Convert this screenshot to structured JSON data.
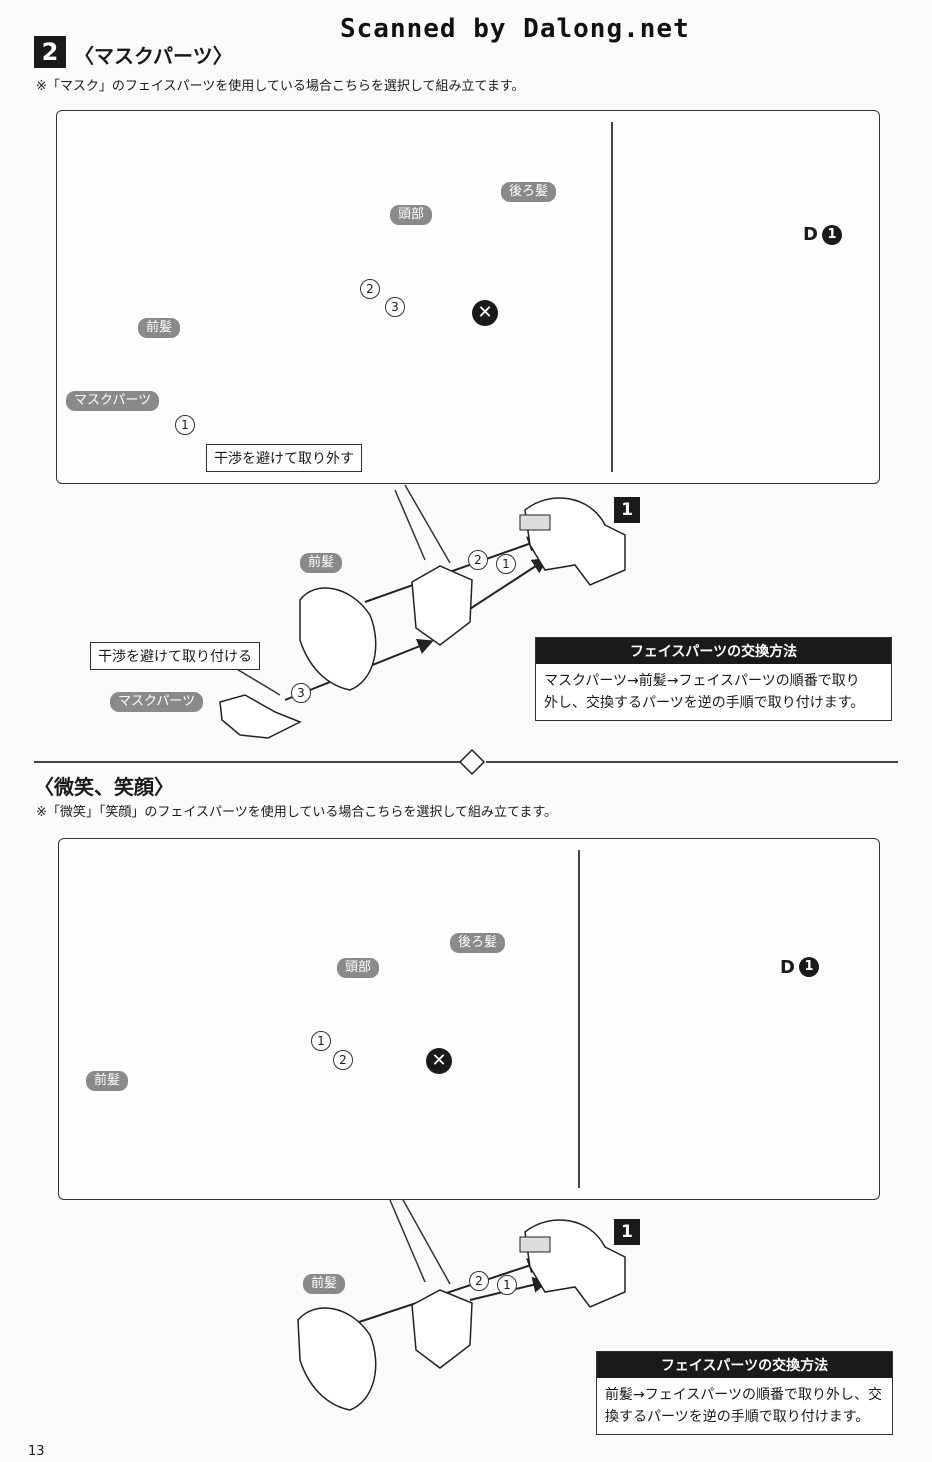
{
  "watermark": "Scanned by Dalong.net",
  "page_number": "13",
  "section1": {
    "step": "2",
    "title": "〈マスクパーツ〉",
    "note": "※「マスク」のフェイスパーツを使用している場合こちらを選択して組み立てます。",
    "labels": {
      "ushirogami": "後ろ髪",
      "toubu": "頭部",
      "maegami": "前髪",
      "mask_parts": "マスクパーツ",
      "callout": "干渉を避けて取り外す",
      "d_letter": "D",
      "d_num": "1"
    },
    "assembly": {
      "maegami": "前髪",
      "callout": "干渉を避けて取り付ける",
      "mask_parts": "マスクパーツ",
      "block_num": "1"
    },
    "steps": [
      "1",
      "2",
      "3"
    ],
    "info": {
      "title": "フェイスパーツの交換方法",
      "line1": "マスクパーツ→前髪→フェイスパーツの順番で取り",
      "line2": "外し、交換するパーツを逆の手順で取り付けます。"
    }
  },
  "section2": {
    "title": "〈微笑、笑顔〉",
    "note": "※「微笑」「笑顔」のフェイスパーツを使用している場合こちらを選択して組み立てます。",
    "labels": {
      "ushirogami": "後ろ髪",
      "toubu": "頭部",
      "maegami": "前髪",
      "d_letter": "D",
      "d_num": "1"
    },
    "assembly": {
      "maegami": "前髪",
      "block_num": "1"
    },
    "steps": [
      "1",
      "2"
    ],
    "info": {
      "title": "フェイスパーツの交換方法",
      "line1": "前髪→フェイスパーツの順番で取り外し、交",
      "line2": "換するパーツを逆の手順で取り付けます。"
    }
  },
  "icons": {
    "remove": "x-mark-icon",
    "arrow": "right-arrow-icon",
    "divider": "alternate-icon"
  }
}
